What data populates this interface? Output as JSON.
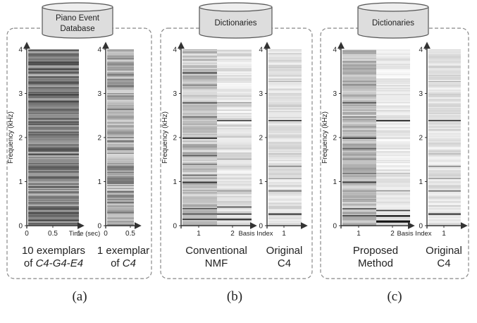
{
  "panels": [
    {
      "id": "a",
      "db_label_lines": [
        "Piano Event",
        "Database"
      ],
      "subfigure_label": "(a)",
      "y_axis_label": "Frequency (kHz)",
      "y_ticks": [
        "0",
        "1",
        "2",
        "3",
        "4"
      ],
      "plots": [
        {
          "x_ticks": [
            "0",
            "0.5",
            "1"
          ],
          "x_axis_label": "Time (sec)",
          "caption_html": "10 exemplars<br>of <i>C4</i>-<i>G4</i>-<i>E4</i>"
        },
        {
          "x_ticks": [
            "0",
            "0.5"
          ],
          "x_axis_label": "",
          "caption_html": "1 exemplar<br>of <i>C4</i>"
        }
      ]
    },
    {
      "id": "b",
      "db_label_lines": [
        "Dictionaries"
      ],
      "subfigure_label": "(b)",
      "y_axis_label": "Frequency (kHz)",
      "y_ticks": [
        "0",
        "1",
        "2",
        "3",
        "4"
      ],
      "plots": [
        {
          "x_ticks": [
            "1",
            "2"
          ],
          "x_axis_label": "Basis Index",
          "caption_html": "Conventional<br>NMF"
        },
        {
          "x_ticks": [
            "1"
          ],
          "x_axis_label": "",
          "caption_html": "Original<br>C4"
        }
      ]
    },
    {
      "id": "c",
      "db_label_lines": [
        "Dictionaries"
      ],
      "subfigure_label": "(c)",
      "y_axis_label": "Frequency (kHz)",
      "y_ticks": [
        "0",
        "1",
        "2",
        "3",
        "4"
      ],
      "plots": [
        {
          "x_ticks": [
            "1",
            "2"
          ],
          "x_axis_label": "Basis Index",
          "caption_html": "Proposed<br>Method"
        },
        {
          "x_ticks": [
            "1"
          ],
          "x_axis_label": "",
          "caption_html": "Original<br>C4"
        }
      ]
    }
  ],
  "colors": {
    "frame": "#888888",
    "axis": "#333333",
    "db_fill": "#dddddd",
    "text": "#222222"
  }
}
